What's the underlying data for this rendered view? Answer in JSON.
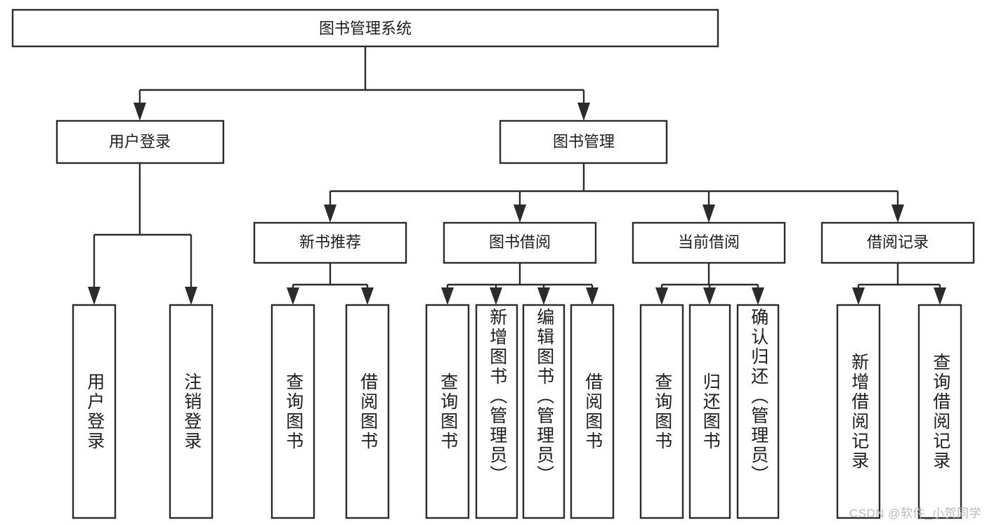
{
  "diagram": {
    "title": "图书管理系统",
    "type": "hierarchy-tree",
    "orientation": "top-down",
    "colors": {
      "background": "#ffffff",
      "box_fill": "#ffffff",
      "box_stroke": "#2b2b2b",
      "connector": "#2b2b2b",
      "text": "#1d1d1d",
      "watermark": "#b9b9b9"
    },
    "root": {
      "label": "图书管理系统"
    },
    "level2": [
      {
        "label": "用户登录"
      },
      {
        "label": "图书管理"
      }
    ],
    "level3": [
      {
        "label": "新书推荐"
      },
      {
        "label": "图书借阅"
      },
      {
        "label": "当前借阅"
      },
      {
        "label": "借阅记录"
      }
    ],
    "leaves": {
      "user_login": [
        {
          "label": "用户登录"
        },
        {
          "label": "注销登录"
        }
      ],
      "new_book_recommend": [
        {
          "label": "查询图书"
        },
        {
          "label": "借阅图书"
        }
      ],
      "book_borrow": [
        {
          "label": "查询图书"
        },
        {
          "label": "新增图书（管理员）"
        },
        {
          "label": "编辑图书（管理员）"
        },
        {
          "label": "借阅图书"
        }
      ],
      "current_borrow": [
        {
          "label": "查询图书"
        },
        {
          "label": "归还图书"
        },
        {
          "label": "确认归还（管理员）"
        }
      ],
      "borrow_record": [
        {
          "label": "新增借阅记录"
        },
        {
          "label": "查询借阅记录"
        }
      ]
    },
    "watermark": "CSDN @软件_小贺同学"
  }
}
